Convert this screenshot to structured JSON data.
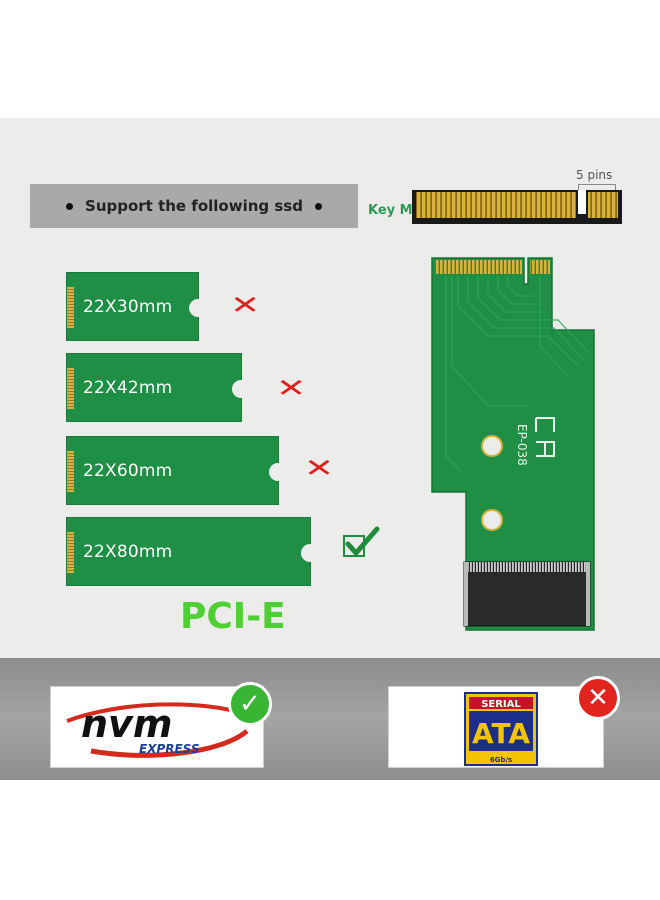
{
  "banner": {
    "text": "Support the following ssd"
  },
  "connector": {
    "key_label": "Key M",
    "pins_label": "5 pins"
  },
  "ssds": [
    {
      "label": "22X30mm",
      "status": "unsupported"
    },
    {
      "label": "22X42mm",
      "status": "unsupported"
    },
    {
      "label": "22X60mm",
      "status": "unsupported"
    },
    {
      "label": "22X80mm",
      "status": "supported"
    }
  ],
  "interface": {
    "label": "PCI-E"
  },
  "board": {
    "model": "EP-038",
    "logo_text": "CY"
  },
  "protocols": {
    "nvme": {
      "logo_main": "nvm",
      "logo_sub": "EXPRESS",
      "status": "supported"
    },
    "sata": {
      "logo_top": "SERIAL",
      "logo_main": "ATA",
      "logo_sub": "6Gb/s",
      "status": "unsupported"
    }
  },
  "colors": {
    "pcb_green": "#1f8f45",
    "pcie_green": "#4fd032",
    "keym_green": "#2b9a55",
    "cross_red": "#e0201c",
    "check_green": "#1e8c3c",
    "gold": "#d9b23c"
  },
  "icons": {
    "unsupported": "cross-icon",
    "supported": "checkmark-icon"
  }
}
